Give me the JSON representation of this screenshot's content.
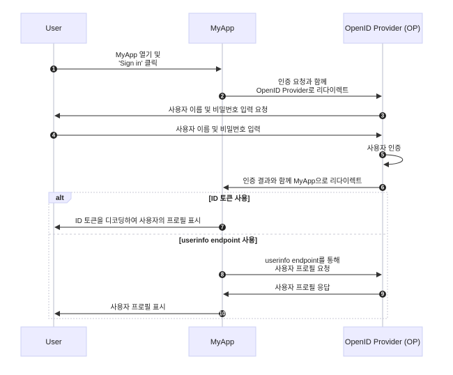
{
  "actors": [
    {
      "id": "user",
      "label": "User"
    },
    {
      "id": "myapp",
      "label": "MyApp"
    },
    {
      "id": "op",
      "label": "OpenID Provider (OP)"
    }
  ],
  "messages": [
    {
      "num": "1",
      "from": "user",
      "to": "myapp",
      "lines": [
        "MyApp 열기 및",
        "'Sign in' 클릭"
      ]
    },
    {
      "num": "2",
      "from": "myapp",
      "to": "op",
      "lines": [
        "인증 요청과 함께",
        "OpenID Provider로 리다이렉트"
      ]
    },
    {
      "num": "3",
      "from": "op",
      "to": "user",
      "lines": [
        "사용자 이름 및 비밀번호 입력 요청"
      ]
    },
    {
      "num": "4",
      "from": "user",
      "to": "op",
      "lines": [
        "사용자 이름 및 비밀번호 입력"
      ]
    },
    {
      "num": "5",
      "from": "op",
      "to": "op",
      "lines": [
        "사용자 인증"
      ]
    },
    {
      "num": "6",
      "from": "op",
      "to": "myapp",
      "lines": [
        "인증 결과와 함께 MyApp으로 리다이렉트"
      ]
    },
    {
      "num": "7",
      "from": "myapp",
      "to": "user",
      "lines": [
        "ID 토큰을 디코딩하여 사용자의 프로필 표시"
      ]
    },
    {
      "num": "8",
      "from": "myapp",
      "to": "op",
      "lines": [
        "userinfo endpoint를 통해",
        "사용자 프로필 요청"
      ]
    },
    {
      "num": "9",
      "from": "op",
      "to": "myapp",
      "lines": [
        "사용자 프로필 응답"
      ]
    },
    {
      "num": "10",
      "from": "myapp",
      "to": "user",
      "lines": [
        "사용자 프로필 표시"
      ]
    }
  ],
  "alt": {
    "label": "alt",
    "condition1": "[ID 토큰 사용]",
    "condition2": "[userinfo endpoint 사용]"
  }
}
